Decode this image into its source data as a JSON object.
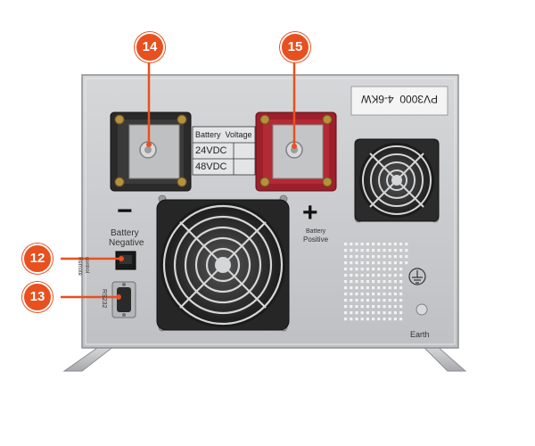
{
  "callouts": [
    {
      "id": "14",
      "label": "14"
    },
    {
      "id": "15",
      "label": "15"
    },
    {
      "id": "12",
      "label": "12"
    },
    {
      "id": "13",
      "label": "13"
    }
  ],
  "battery_table": {
    "header": "Battery  Voltage",
    "rows": [
      "24VDC",
      "48VDC"
    ]
  },
  "model_label": "PV3000  4-6KW",
  "terminals": {
    "negative_symbol": "−",
    "negative_label_line1": "Battery",
    "negative_label_line2": "Negative",
    "positive_symbol": "+",
    "positive_label_line1": "Battery",
    "positive_label_line2": "Positive"
  },
  "ports": {
    "remote_line1": "Remote",
    "remote_line2": "control",
    "rs232": "RS232"
  },
  "earth_label": "Earth",
  "colors": {
    "callout": "#e8501f",
    "chassis": "#c9cacc",
    "negative_terminal": "#2a2a2a",
    "positive_terminal": "#9e1f2a"
  }
}
